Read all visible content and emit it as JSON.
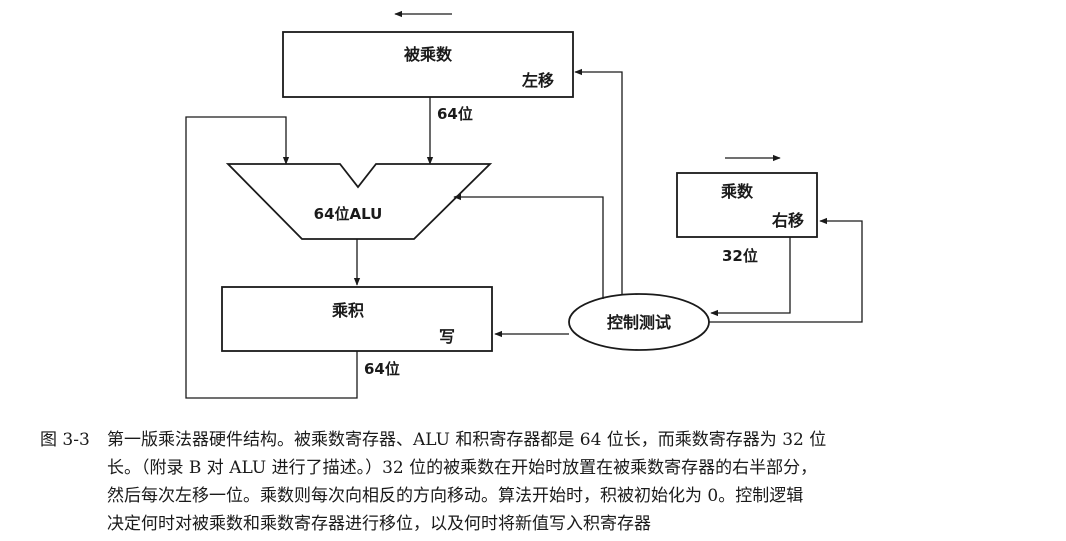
{
  "multiplicand": {
    "name": "被乘数",
    "action": "左移"
  },
  "multiplier": {
    "name": "乘数",
    "action": "右移"
  },
  "alu": {
    "label": "64位ALU"
  },
  "product": {
    "name": "乘积",
    "action": "写"
  },
  "control": {
    "label": "控制测试"
  },
  "widths": {
    "multiplicand_out": "64位",
    "multiplier_out": "32位",
    "product_out": "64位"
  },
  "caption": {
    "number": "图 3-3",
    "lines": [
      "第一版乘法器硬件结构。被乘数寄存器、ALU 和积寄存器都是 64 位长，而乘数寄存器为 32 位",
      "长。（附录 B 对 ALU 进行了描述。）32 位的被乘数在开始时放置在被乘数寄存器的右半部分，",
      "然后每次左移一位。乘数则每次向相反的方向移动。算法开始时，积被初始化为 0。控制逻辑",
      "决定何时对被乘数和乘数寄存器进行移位，以及何时将新值写入积寄存器"
    ]
  }
}
